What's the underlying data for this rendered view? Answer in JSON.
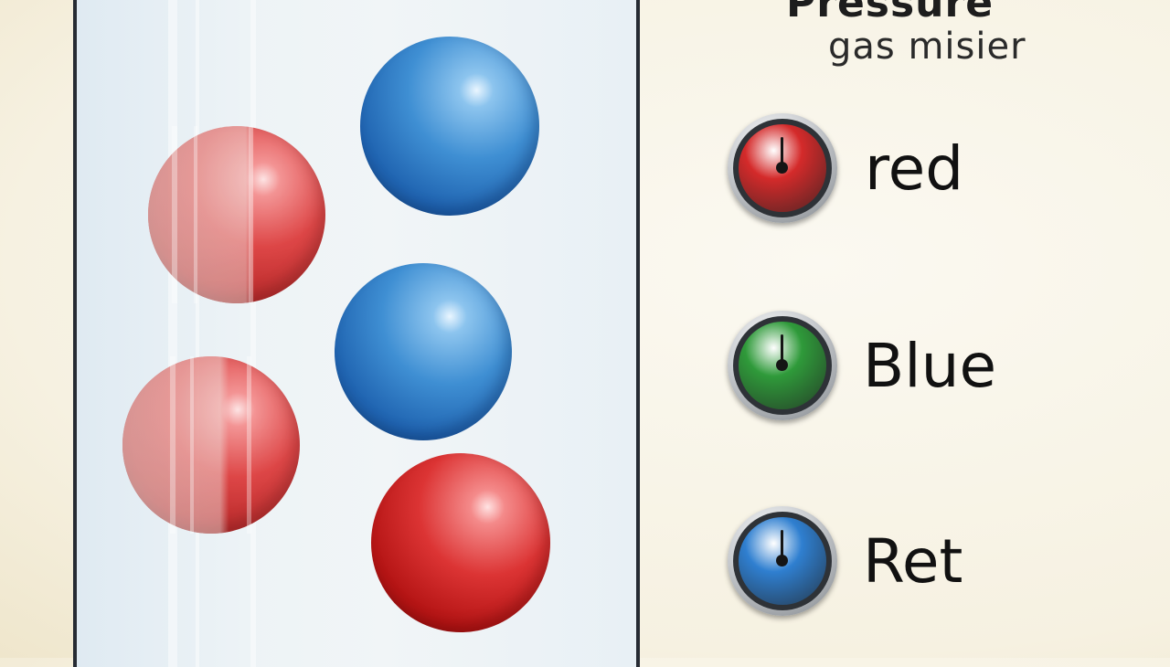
{
  "title": "Pressure",
  "subtitle": "gas misier",
  "legend": [
    {
      "label": "red",
      "gauge_color": "#d42a2a"
    },
    {
      "label": "Blue",
      "gauge_color": "#2f9a3a"
    },
    {
      "label": "Ret",
      "gauge_color": "#2f7fd0"
    }
  ],
  "particles": {
    "red_count": 3,
    "blue_count": 2,
    "colors": {
      "red": "#d42a2a",
      "blue": "#2f7fd0"
    }
  }
}
